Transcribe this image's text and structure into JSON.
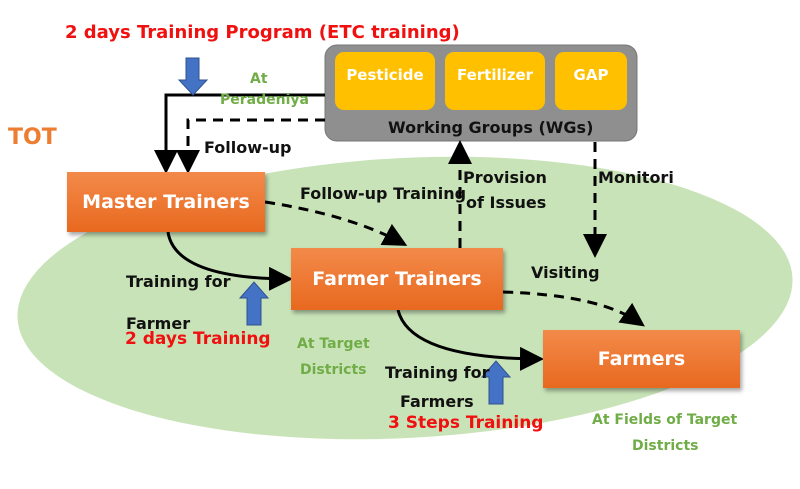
{
  "title": "2 days Training Program (ETC training)",
  "tot_label": "TOT",
  "working_groups": {
    "label": "Working Groups (WGs)",
    "groups": [
      "Pesticide",
      "Fertilizer",
      "GAP"
    ]
  },
  "nodes": {
    "master_trainers": "Master Trainers",
    "farmer_trainers": "Farmer Trainers",
    "farmers": "Farmers"
  },
  "labels": {
    "at": "At",
    "peradeniya": "Peradeniya",
    "follow_up_1": "Follow-up",
    "follow_up_training": "Follow-up Training",
    "provision": "Provision",
    "of_issues": "of Issues",
    "monitoring": "Monitori",
    "visiting": "Visiting",
    "training_for_1": "Training for",
    "farmer": "Farmer",
    "two_days_training": "2 days Training",
    "at_target": "At Target",
    "districts_1": "Districts",
    "training_for_2": "Training for",
    "farmers_2": "Farmers",
    "three_steps_training": "3 Steps Training",
    "at_fields": "At Fields of Target",
    "districts_2": "Districts"
  },
  "colors": {
    "orange": "#ed7d31",
    "yellow": "#ffc000",
    "green_bg": "#c9e3b8",
    "blue_arrow": "#4472c4",
    "red": "#f01010",
    "green_text": "#70ad47"
  }
}
